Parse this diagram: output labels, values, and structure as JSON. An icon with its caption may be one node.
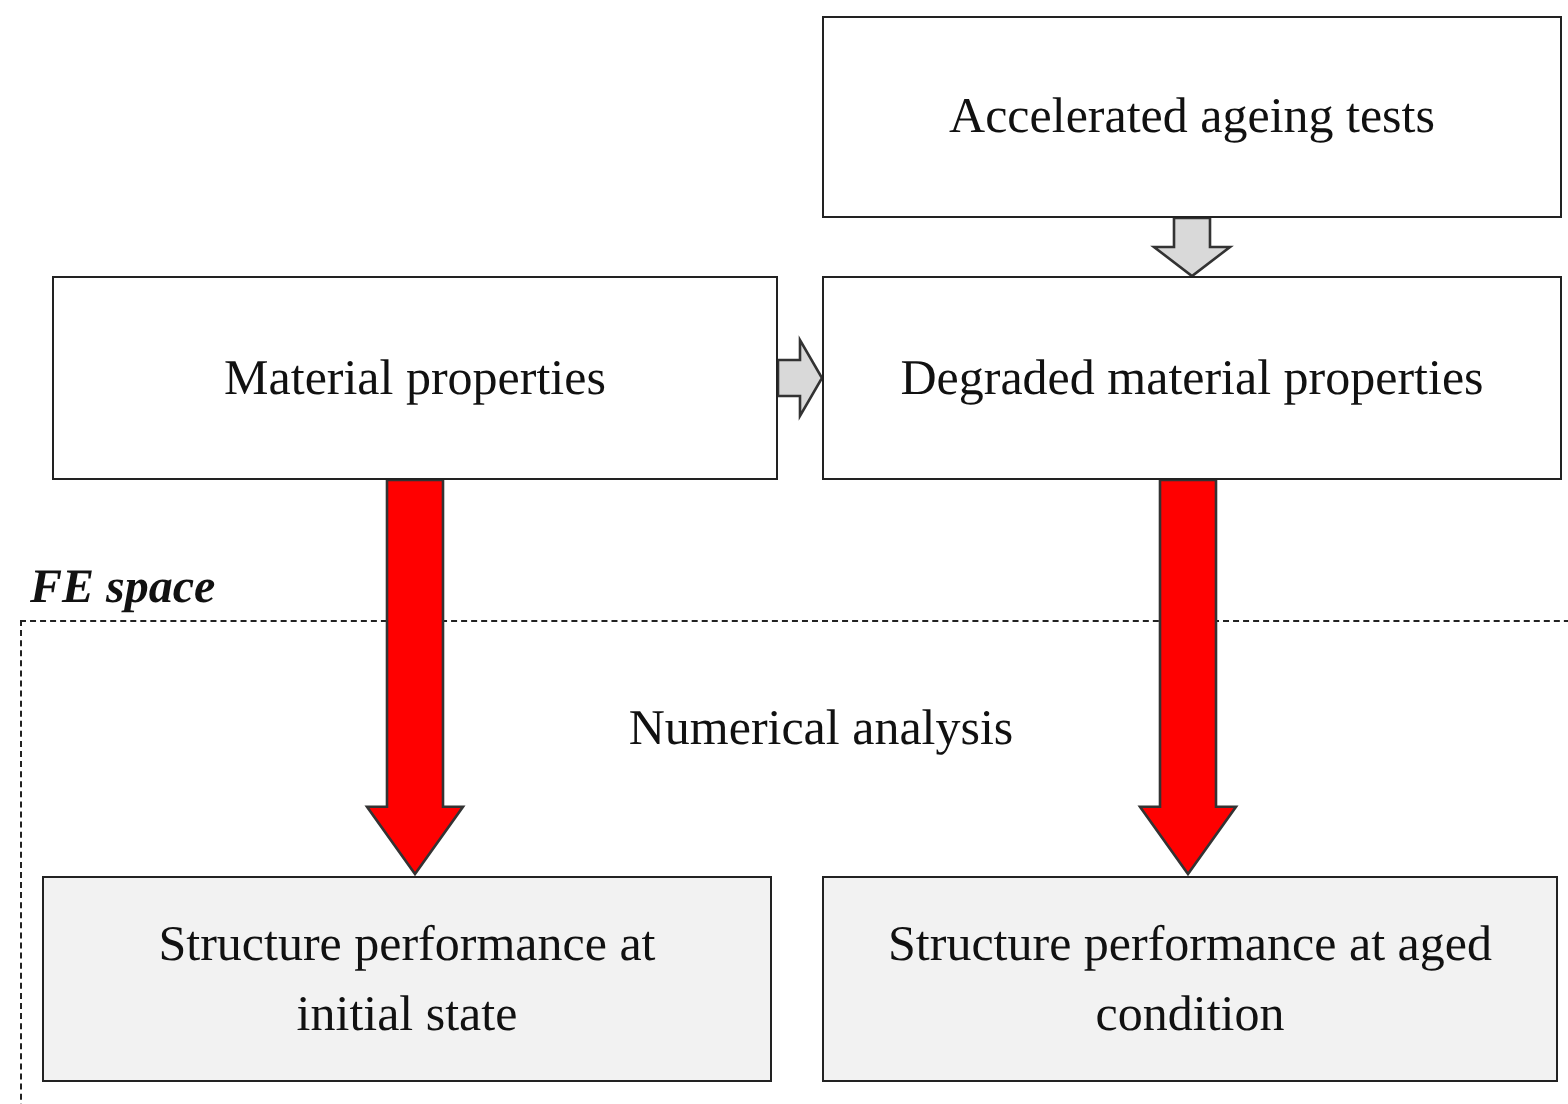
{
  "diagram": {
    "nodes": [
      {
        "text": [
          "Accelerated ageing tests"
        ]
      },
      {
        "text": [
          "Material properties"
        ]
      },
      {
        "text": [
          "Degraded material properties"
        ]
      },
      {
        "text": [
          "FE space",
          "Numerical analysis"
        ]
      },
      {
        "text": [
          "Structure performance at initial state"
        ],
        "in": 3
      },
      {
        "text": [
          "Structure performance at aged condition"
        ],
        "in": 3
      }
    ],
    "edges": [
      {
        "from": 0,
        "to": 2,
        "arrow": "to"
      },
      {
        "from": 1,
        "to": 2,
        "arrow": "to"
      },
      {
        "from": 1,
        "to": 4,
        "arrow": "to",
        "color": "#ff0000"
      },
      {
        "from": 2,
        "to": 5,
        "arrow": "to",
        "color": "#ff0000"
      }
    ]
  }
}
